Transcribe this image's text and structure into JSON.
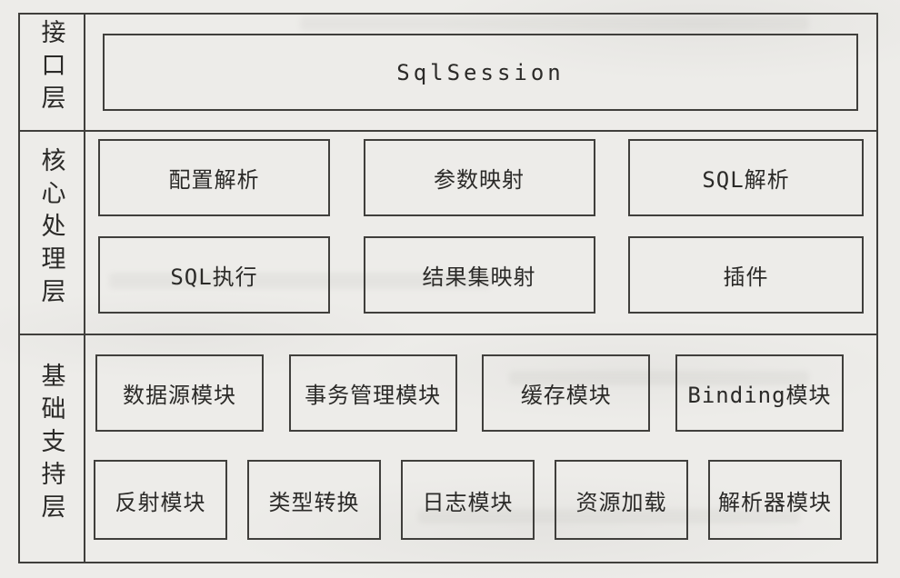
{
  "colors": {
    "paper": "#edece9",
    "ink": "#2b2a28",
    "line": "#403f3c"
  },
  "diagram": {
    "layers": [
      {
        "label": "接口层",
        "rows": [
          [
            "SqlSession"
          ]
        ]
      },
      {
        "label": "核心处理层",
        "rows": [
          [
            "配置解析",
            "参数映射",
            "SQL解析"
          ],
          [
            "SQL执行",
            "结果集映射",
            "插件"
          ]
        ]
      },
      {
        "label": "基础支持层",
        "rows": [
          [
            "数据源模块",
            "事务管理模块",
            "缓存模块",
            "Binding模块"
          ],
          [
            "反射模块",
            "类型转换",
            "日志模块",
            "资源加载",
            "解析器模块"
          ]
        ]
      }
    ]
  }
}
